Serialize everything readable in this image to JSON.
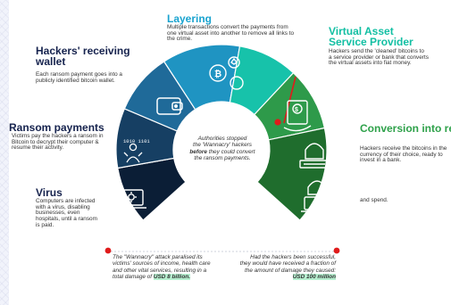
{
  "stages": {
    "virus": {
      "title": "Virus",
      "text": "Computers are infected with a virus, disabling businesses, even hospitals, until a ransom is paid.",
      "icon": "laptop-virus-icon",
      "color": "#0b1e36"
    },
    "ransom": {
      "title": "Ransom payments",
      "text": "Victims pay the hackers a ransom in Bitcoin to decrypt their computer & resume their activity.",
      "icon": "person-binary-icon",
      "color": "#163f63"
    },
    "wallet": {
      "title": "Hackers' receiving wallet",
      "text": "Each ransom payment goes into a publicly identified bitcoin wallet.",
      "icon": "wallet-icon",
      "color": "#1f6a99"
    },
    "layering": {
      "title": "Layering",
      "text": "Multiple transactions convert the payments from one virtual asset into another to remove all links to the crime.",
      "icon": "crypto-coins-icon",
      "color": "#1f94c2"
    },
    "vasp": {
      "title": "Virtual Asset Service Provider",
      "text": "Hackers send the 'cleaned' bitcoins to a service provider or bank that converts the virtual assets into fiat money.",
      "icon": "exchange-icon",
      "color": "#17c2aa"
    },
    "conversion": {
      "title": "Conversion into regulated currency",
      "text": "Hackers receive the bitcoins in the currency of their choice, ready to invest in a bank.",
      "extra": "and spend.",
      "icon": "hacker-cash-icon",
      "color": "#2e9a4a"
    },
    "spend": {
      "icon": "hacker-laptop-icon",
      "color": "#1f6d2d"
    }
  },
  "notes": {
    "center": {
      "line1": "Authorities stopped",
      "line2": "the 'Wannacry' hackers",
      "bold_word": "before",
      "line3_rest": " they could convert",
      "line4": "the ransom payments."
    },
    "left": {
      "text": "The \"Wannacry\" attack paralised its victims' sources of income, health care and other vital services, resulting in a total damage of ",
      "highlight": "USD 8 billion."
    },
    "right": {
      "text": "Had the hackers been successful, they would have received a fraction of the amount of damage they caused: ",
      "highlight": "USD 100 million"
    }
  },
  "colors": {
    "title_blue": "#16234e",
    "title_cyan": "#19a3cf",
    "title_teal": "#12bfa3",
    "title_green": "#2ea14a",
    "marker_red": "#e01b1b"
  }
}
